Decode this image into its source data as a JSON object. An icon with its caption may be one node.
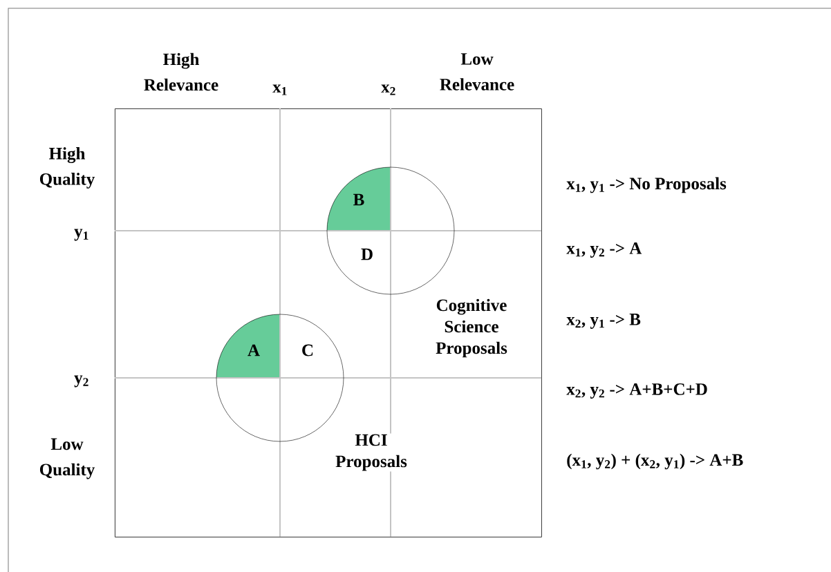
{
  "diagram": {
    "nodes": [
      {
        "text": [],
        "shape": "box"
      },
      {
        "text": [
          "B",
          "D"
        ],
        "in": 0,
        "beside": [
          "Cognitive Science Proposals"
        ]
      },
      {
        "text": [
          "A",
          "C"
        ],
        "in": 0,
        "beside": [
          "HCI Proposals"
        ]
      }
    ],
    "labels": [
      "High Relevance",
      "x$_{1}$",
      "x$_{2}$",
      "Low Relevance",
      "High Quality",
      "y$_{1}$",
      "y$_{2}$",
      "Low Quality",
      "x$_{1}$, y$_{1}$ -> No Proposals",
      "x$_{1}$, y$_{2}$ -> A",
      "x$_{2}$, y$_{1}$ -> B",
      "x$_{2}$, y$_{2}$ -> A+B+C+D",
      "(x$_{1}$, y$_{2}$) + (x$_{2}$, y$_{1}$) -> A+B"
    ]
  }
}
